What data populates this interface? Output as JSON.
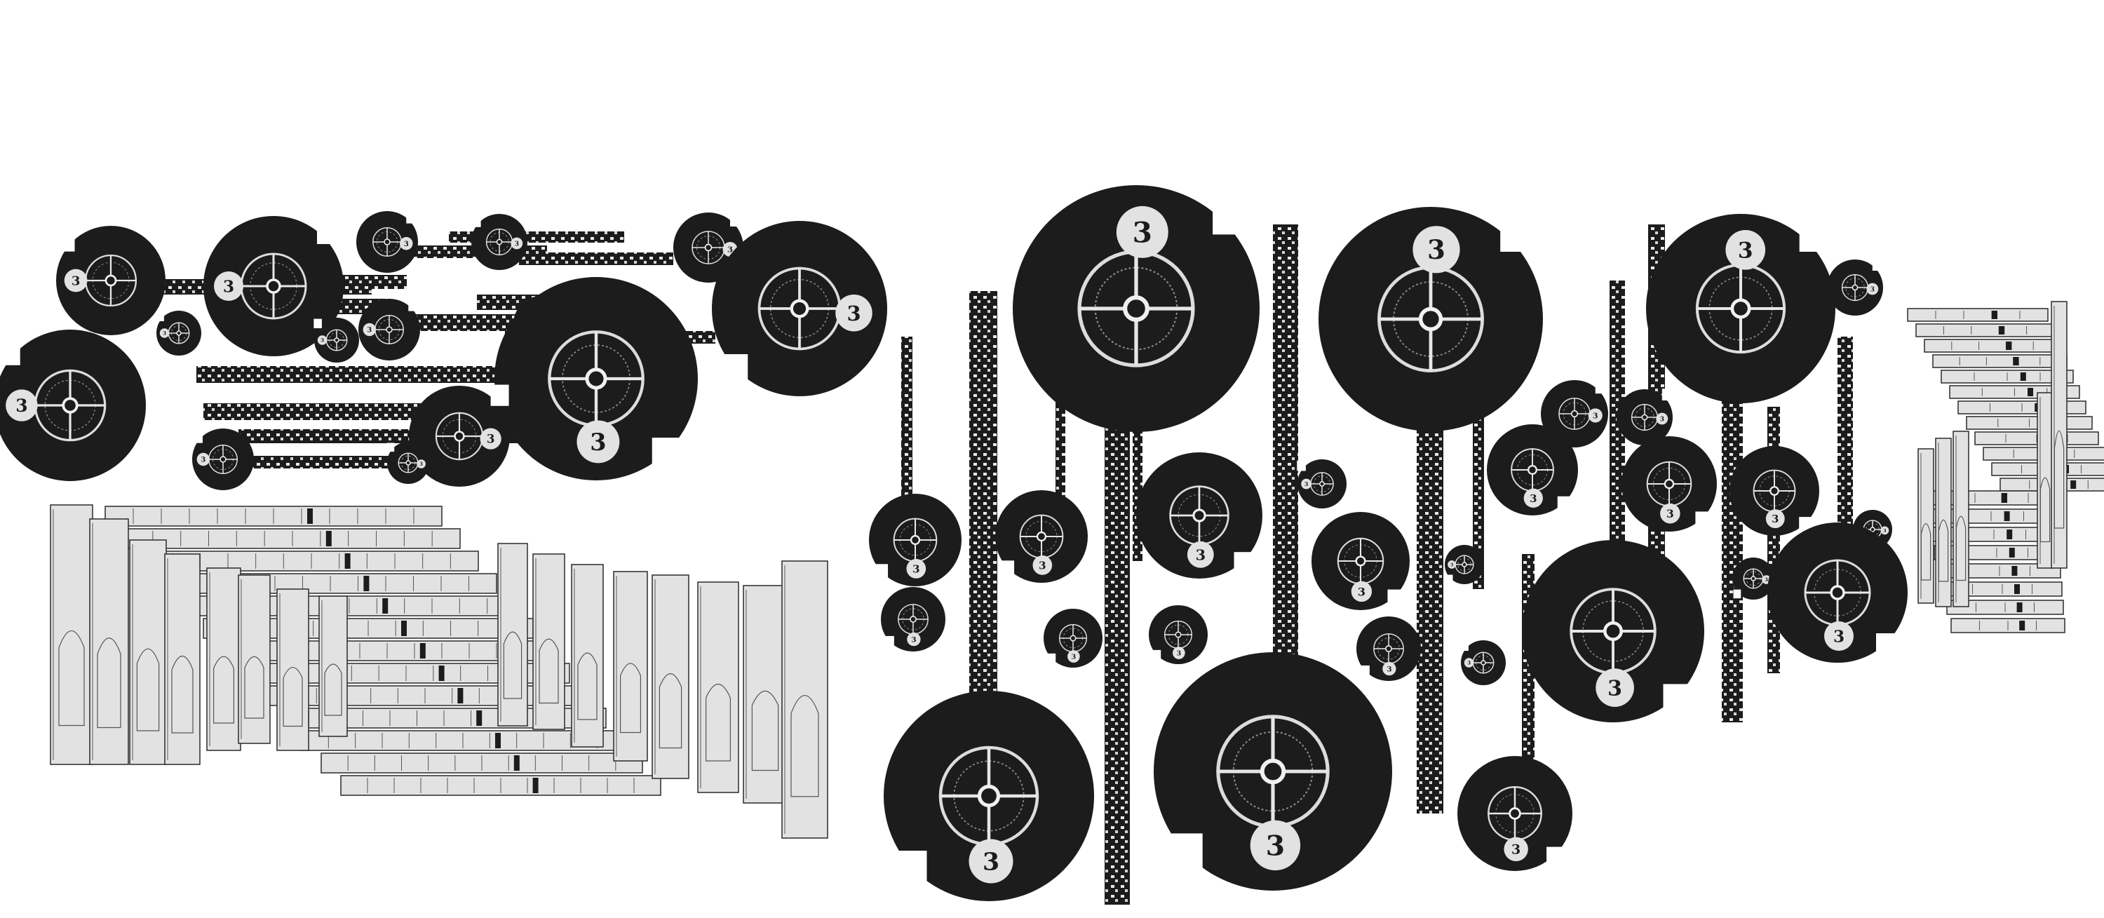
{
  "colors": {
    "background": "#ffffff",
    "ink": "#1c1c1c",
    "paper": "#e2e2e2",
    "line": "#2a2a2a"
  },
  "disc_glyph": "3",
  "sections": {
    "left_discs": "left-disc-cluster",
    "left_blocks": "left-stepped-block-cluster",
    "center_discs": "center-pendant-disc-cluster",
    "right_blocks": "right-stepped-block-cluster"
  }
}
